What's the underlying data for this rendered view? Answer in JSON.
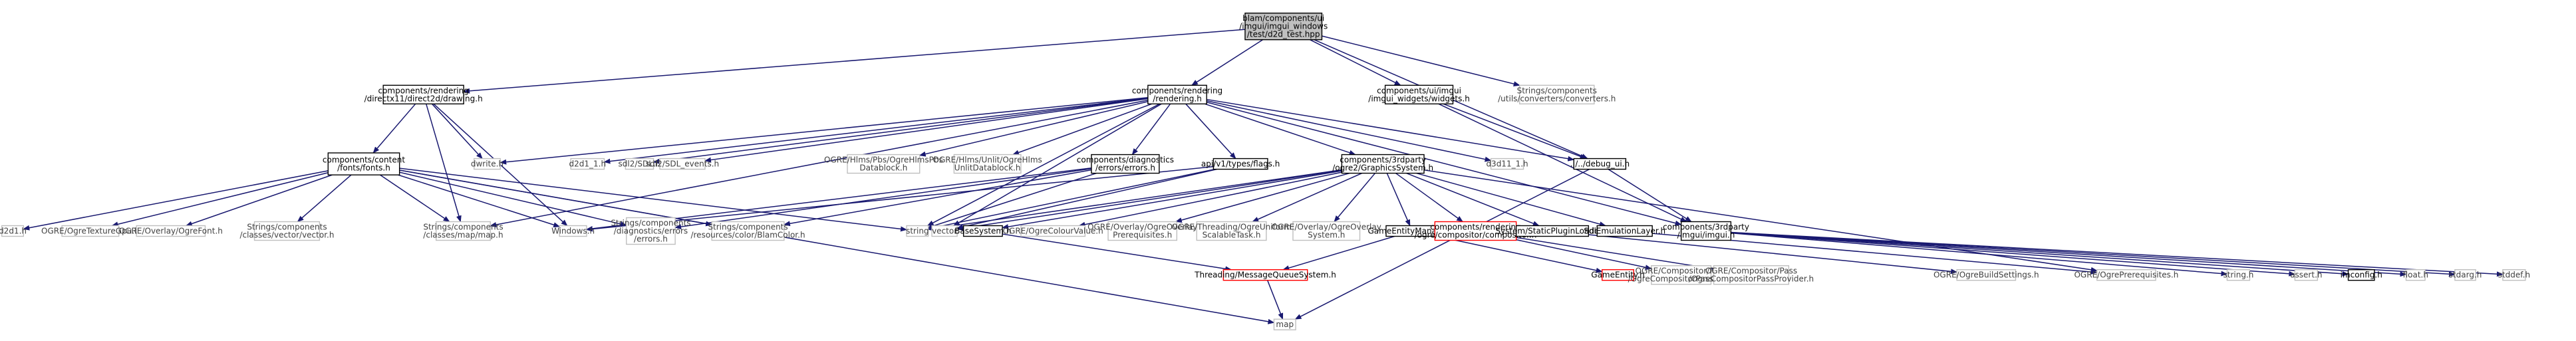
{
  "diagram": {
    "colors": {
      "edge": "#191970",
      "root_fill": "#bfbfbf",
      "node_border": "#000000",
      "missing_border": "#bfbfbf",
      "error_border": "#ff0000",
      "text": "#000000",
      "missing_text": "#404040"
    },
    "nodes": [
      {
        "id": "root",
        "style": "root",
        "lines": [
          "blam/components/ui",
          "/imgui/imgui_windows",
          "/test/d2d_test.hpp"
        ]
      },
      {
        "id": "drawing",
        "style": "normal",
        "lines": [
          "components/rendering",
          "/directx11/direct2d/drawing.h"
        ]
      },
      {
        "id": "rendering",
        "style": "normal",
        "lines": [
          "components/rendering",
          "/rendering.h"
        ]
      },
      {
        "id": "widgets",
        "style": "normal",
        "lines": [
          "components/ui/imgui",
          "/imgui_widgets/widgets.h"
        ]
      },
      {
        "id": "converters",
        "style": "missing",
        "lines": [
          "Strings/components",
          "/utils/converters/converters.h"
        ]
      },
      {
        "id": "fonts",
        "style": "normal",
        "lines": [
          "components/content",
          "/fonts/fonts.h"
        ]
      },
      {
        "id": "dwrite",
        "style": "missing",
        "lines": [
          "dwrite.h"
        ]
      },
      {
        "id": "d2d1_1_a",
        "style": "missing",
        "lines": [
          "d2d1_1.h"
        ]
      },
      {
        "id": "sdl",
        "style": "missing",
        "lines": [
          "sdl2/SDL.h"
        ]
      },
      {
        "id": "sdl_events",
        "style": "missing",
        "lines": [
          "sdl2/SDL_events.h"
        ]
      },
      {
        "id": "hlmspbs",
        "style": "missing",
        "lines": [
          "OGRE/Hlms/Pbs/OgreHlmsPbs",
          "Datablock.h"
        ]
      },
      {
        "id": "hlmsunlit",
        "style": "missing",
        "lines": [
          "OGRE/Hlms/Unlit/OgreHlms",
          "UnlitDatablock.h"
        ]
      },
      {
        "id": "errors",
        "style": "normal",
        "lines": [
          "components/diagnostics",
          "/errors/errors.h"
        ]
      },
      {
        "id": "flags",
        "style": "normal",
        "lines": [
          "api/v1/types/flags.h"
        ]
      },
      {
        "id": "graphics",
        "style": "normal",
        "lines": [
          "components/3rdparty",
          "/ogre2/GraphicsSystem.h"
        ]
      },
      {
        "id": "d3d11_1",
        "style": "missing",
        "lines": [
          "d3d11_1.h"
        ]
      },
      {
        "id": "debug_ui",
        "style": "normal",
        "lines": [
          "../../debug_ui.h"
        ]
      },
      {
        "id": "d2d1",
        "style": "missing",
        "lines": [
          "d2d1.h"
        ]
      },
      {
        "id": "texgpu",
        "style": "missing",
        "lines": [
          "OGRE/OgreTextureGpu.h"
        ]
      },
      {
        "id": "ogrefont",
        "style": "missing",
        "lines": [
          "OGRE/Overlay/OgreFont.h"
        ]
      },
      {
        "id": "vectorh",
        "style": "missing",
        "lines": [
          "Strings/components",
          "/classes/vector/vector.h"
        ]
      },
      {
        "id": "maph",
        "style": "missing",
        "lines": [
          "Strings/components",
          "/classes/map/map.h"
        ]
      },
      {
        "id": "windows",
        "style": "missing",
        "lines": [
          "Windows.h"
        ]
      },
      {
        "id": "diagerr",
        "style": "missing",
        "lines": [
          "Strings/components",
          "/diagnostics/errors",
          "/errors.h"
        ]
      },
      {
        "id": "blamcolor",
        "style": "missing",
        "lines": [
          "Strings/components",
          "/resources/color/BlamColor.h"
        ]
      },
      {
        "id": "string",
        "style": "missing",
        "lines": [
          "string"
        ]
      },
      {
        "id": "vector",
        "style": "missing",
        "lines": [
          "vector"
        ]
      },
      {
        "id": "basesystem",
        "style": "normal",
        "lines": [
          "BaseSystem.h"
        ]
      },
      {
        "id": "colourvalue",
        "style": "missing",
        "lines": [
          "OGRE/OgreColourValue.h"
        ]
      },
      {
        "id": "overlayprereq",
        "style": "missing",
        "lines": [
          "OGRE/Overlay/OgreOverlay",
          "Prerequisites.h"
        ]
      },
      {
        "id": "uniformtask",
        "style": "missing",
        "lines": [
          "OGRE/Threading/OgreUniform",
          "ScalableTask.h"
        ]
      },
      {
        "id": "overlaysystem",
        "style": "missing",
        "lines": [
          "OGRE/Overlay/OgreOverlay",
          "System.h"
        ]
      },
      {
        "id": "entitymgr",
        "style": "normal",
        "lines": [
          "GameEntityManager.h"
        ]
      },
      {
        "id": "compositor",
        "style": "error",
        "lines": [
          "components/rendering",
          "/ogre/compositor/compositor.h"
        ]
      },
      {
        "id": "pluginloader",
        "style": "normal",
        "lines": [
          "System/StaticPluginLoader.h"
        ]
      },
      {
        "id": "sdlemu",
        "style": "normal",
        "lines": [
          "SdlEmulationLayer.h"
        ]
      },
      {
        "id": "imguih",
        "style": "normal",
        "lines": [
          "components/3rdparty",
          "/imgui/imgui.h"
        ]
      },
      {
        "id": "msgqueue",
        "style": "error",
        "lines": [
          "Threading/MessageQueueSystem.h"
        ]
      },
      {
        "id": "gameentity",
        "style": "error",
        "lines": [
          "GameEntity.h"
        ]
      },
      {
        "id": "passdef",
        "style": "missing",
        "lines": [
          "OGRE/Compositor/Pass",
          "/OgreCompositorPassDef.h"
        ]
      },
      {
        "id": "passprov",
        "style": "missing",
        "lines": [
          "OGRE/Compositor/Pass",
          "/OgreCompositorPassProvider.h"
        ]
      },
      {
        "id": "buildsettings",
        "style": "missing",
        "lines": [
          "OGRE/OgreBuildSettings.h"
        ]
      },
      {
        "id": "ogreprereq",
        "style": "missing",
        "lines": [
          "OGRE/OgrePrerequisites.h"
        ]
      },
      {
        "id": "stringh",
        "style": "missing",
        "lines": [
          "string.h"
        ]
      },
      {
        "id": "asserth",
        "style": "missing",
        "lines": [
          "assert.h"
        ]
      },
      {
        "id": "imconfig",
        "style": "normal",
        "lines": [
          "imconfig.h"
        ]
      },
      {
        "id": "floath",
        "style": "missing",
        "lines": [
          "float.h"
        ]
      },
      {
        "id": "stdargh",
        "style": "missing",
        "lines": [
          "stdarg.h"
        ]
      },
      {
        "id": "stddefh",
        "style": "missing",
        "lines": [
          "stddef.h"
        ]
      },
      {
        "id": "map",
        "style": "missing",
        "lines": [
          "map"
        ]
      }
    ],
    "edges": [
      [
        "root",
        "drawing"
      ],
      [
        "root",
        "rendering"
      ],
      [
        "root",
        "widgets"
      ],
      [
        "root",
        "converters"
      ],
      [
        "root",
        "debug_ui"
      ],
      [
        "drawing",
        "fonts"
      ],
      [
        "drawing",
        "dwrite"
      ],
      [
        "drawing",
        "windows"
      ],
      [
        "drawing",
        "maph"
      ],
      [
        "fonts",
        "d2d1"
      ],
      [
        "fonts",
        "texgpu"
      ],
      [
        "fonts",
        "ogrefont"
      ],
      [
        "fonts",
        "vectorh"
      ],
      [
        "fonts",
        "maph"
      ],
      [
        "fonts",
        "windows"
      ],
      [
        "fonts",
        "diagerr"
      ],
      [
        "fonts",
        "blamcolor"
      ],
      [
        "fonts",
        "string"
      ],
      [
        "fonts",
        "map"
      ],
      [
        "rendering",
        "dwrite"
      ],
      [
        "rendering",
        "d2d1_1_a"
      ],
      [
        "rendering",
        "sdl"
      ],
      [
        "rendering",
        "sdl_events"
      ],
      [
        "rendering",
        "hlmspbs"
      ],
      [
        "rendering",
        "hlmsunlit"
      ],
      [
        "rendering",
        "errors"
      ],
      [
        "rendering",
        "flags"
      ],
      [
        "rendering",
        "graphics"
      ],
      [
        "rendering",
        "d3d11_1"
      ],
      [
        "rendering",
        "maph"
      ],
      [
        "rendering",
        "string"
      ],
      [
        "rendering",
        "vector"
      ],
      [
        "rendering",
        "debug_ui"
      ],
      [
        "rendering",
        "imguih"
      ],
      [
        "errors",
        "windows"
      ],
      [
        "errors",
        "string"
      ],
      [
        "errors",
        "diagerr"
      ],
      [
        "errors",
        "blamcolor"
      ],
      [
        "flags",
        "string"
      ],
      [
        "flags",
        "vector"
      ],
      [
        "flags",
        "windows"
      ],
      [
        "graphics",
        "basesystem"
      ],
      [
        "graphics",
        "colourvalue"
      ],
      [
        "graphics",
        "overlayprereq"
      ],
      [
        "graphics",
        "uniformtask"
      ],
      [
        "graphics",
        "overlaysystem"
      ],
      [
        "graphics",
        "entitymgr"
      ],
      [
        "graphics",
        "compositor"
      ],
      [
        "graphics",
        "pluginloader"
      ],
      [
        "graphics",
        "sdlemu"
      ],
      [
        "graphics",
        "string"
      ],
      [
        "graphics",
        "vector"
      ],
      [
        "graphics",
        "ogreprereq"
      ],
      [
        "basesystem",
        "msgqueue"
      ],
      [
        "entitymgr",
        "msgqueue"
      ],
      [
        "entitymgr",
        "gameentity"
      ],
      [
        "compositor",
        "passdef"
      ],
      [
        "compositor",
        "passprov"
      ],
      [
        "pluginloader",
        "buildsettings"
      ],
      [
        "sdlemu",
        "ogreprereq"
      ],
      [
        "msgqueue",
        "map"
      ],
      [
        "widgets",
        "debug_ui"
      ],
      [
        "widgets",
        "imguih"
      ],
      [
        "debug_ui",
        "imguih"
      ],
      [
        "debug_ui",
        "map"
      ],
      [
        "imguih",
        "stringh"
      ],
      [
        "imguih",
        "asserth"
      ],
      [
        "imguih",
        "imconfig"
      ],
      [
        "imguih",
        "floath"
      ],
      [
        "imguih",
        "stdargh"
      ],
      [
        "imguih",
        "stddefh"
      ]
    ]
  }
}
